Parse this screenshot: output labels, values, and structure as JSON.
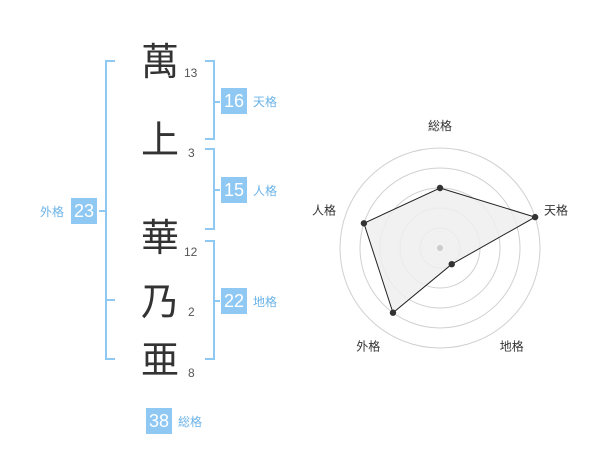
{
  "name": {
    "characters": [
      {
        "char": "萬",
        "strokes": "13"
      },
      {
        "char": "上",
        "strokes": "3"
      },
      {
        "char": "華",
        "strokes": "12"
      },
      {
        "char": "乃",
        "strokes": "2"
      },
      {
        "char": "亜",
        "strokes": "8"
      }
    ]
  },
  "kakusu": {
    "tenkaku": {
      "value": "16",
      "label": "天格"
    },
    "jinkaku": {
      "value": "15",
      "label": "人格"
    },
    "chikaku": {
      "value": "22",
      "label": "地格"
    },
    "gaikaku": {
      "value": "23",
      "label": "外格"
    },
    "soukaku": {
      "value": "38",
      "label": "総格"
    }
  },
  "colors": {
    "accent": "#8fc9f3",
    "label": "#6bb3e8",
    "radar_fill": "#eeeeee"
  },
  "chart_data": {
    "type": "radar",
    "axes": [
      "総格",
      "天格",
      "地格",
      "外格",
      "人格"
    ],
    "values": [
      3,
      5,
      1,
      4,
      4
    ],
    "max": 5,
    "rings": 5
  }
}
